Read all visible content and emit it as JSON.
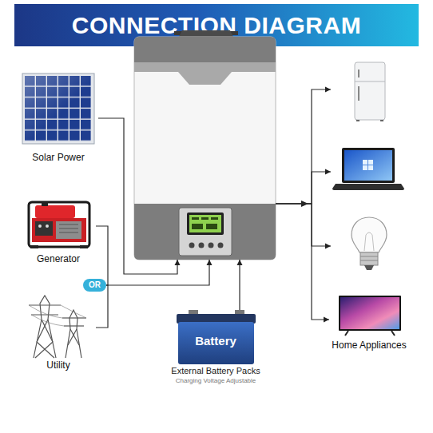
{
  "diagram": {
    "title": "CONNECTION DIAGRAM",
    "nodes": [
      {
        "text": [
          "Solar Power"
        ]
      },
      {
        "text": [
          "Generator"
        ]
      },
      {
        "text": [
          "OR"
        ]
      },
      {
        "text": [
          "Utility"
        ]
      },
      {
        "text": []
      },
      {
        "text": [
          "Battery",
          "External Battery Packs",
          "Charging Voltage Adjustable"
        ]
      },
      {
        "text": []
      },
      {
        "text": []
      },
      {
        "text": []
      },
      {
        "text": [
          "Home Appliances"
        ]
      }
    ],
    "edges": [
      {
        "from": 0,
        "to": 4,
        "arrow": "to"
      },
      {
        "from": 1,
        "to": 2,
        "arrow": "none"
      },
      {
        "from": 3,
        "to": 2,
        "arrow": "none"
      },
      {
        "from": 2,
        "to": 4,
        "arrow": "to"
      },
      {
        "from": 5,
        "to": 4,
        "arrow": "to"
      },
      {
        "from": 4,
        "to": 6,
        "arrow": "to"
      },
      {
        "from": 4,
        "to": 7,
        "arrow": "to"
      },
      {
        "from": 4,
        "to": 8,
        "arrow": "to"
      },
      {
        "from": 4,
        "to": 9,
        "arrow": "to"
      }
    ]
  }
}
